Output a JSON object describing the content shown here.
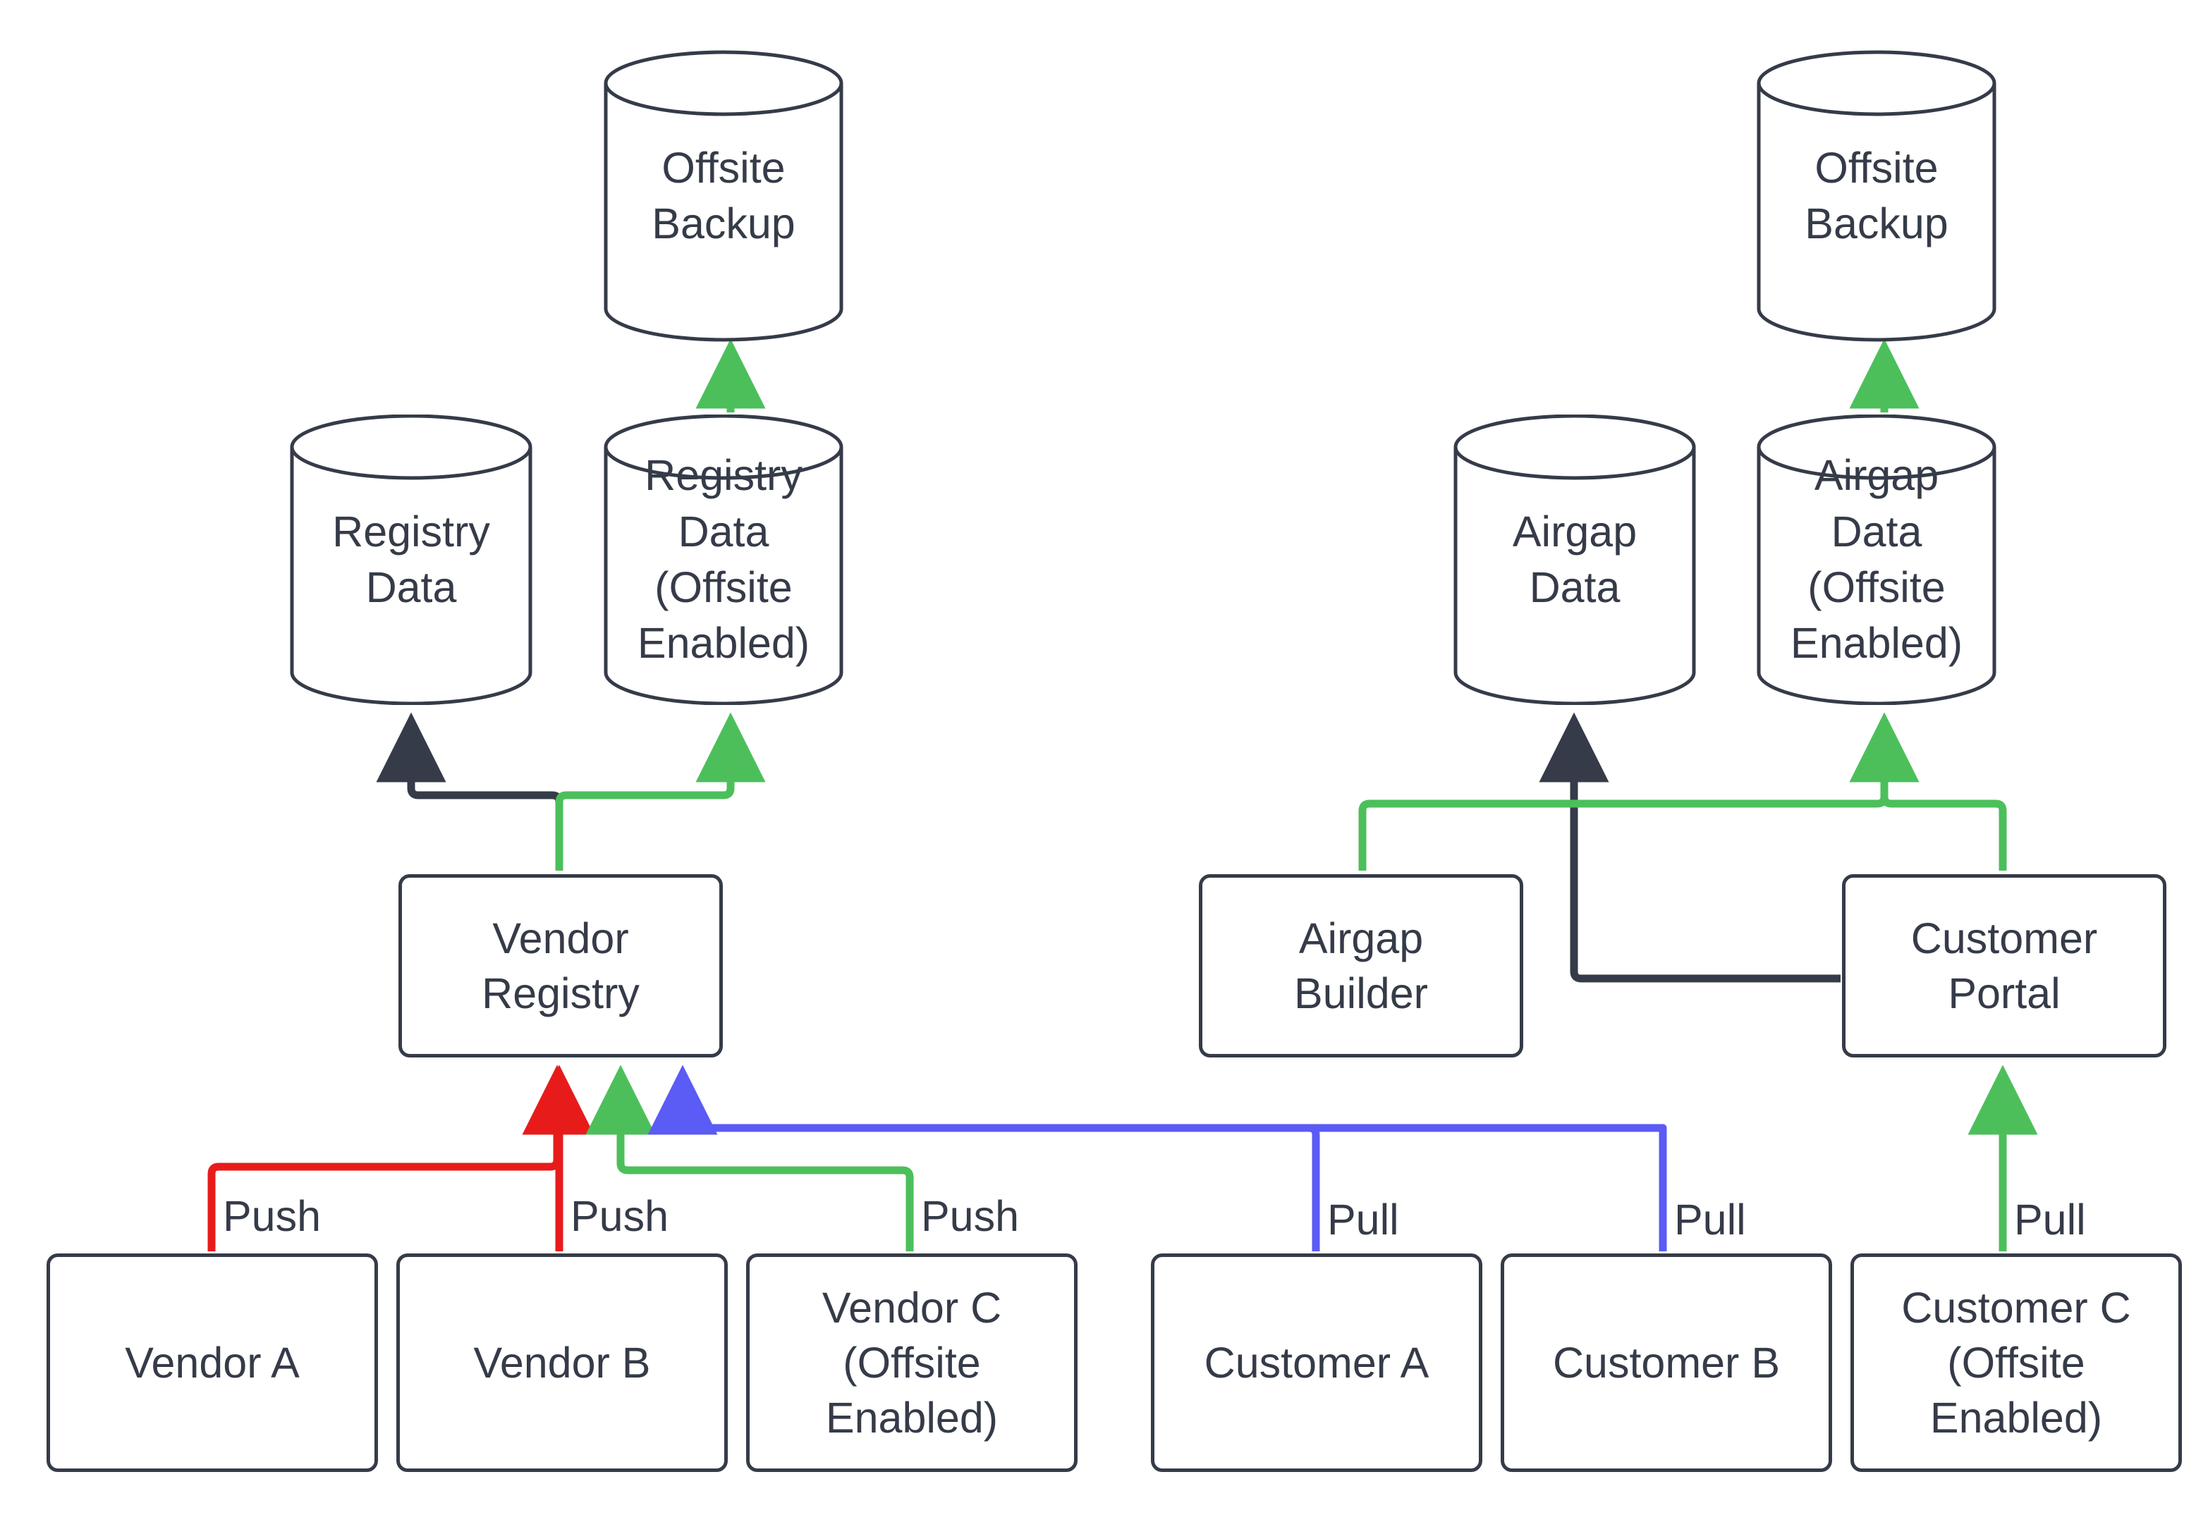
{
  "diagram": {
    "type": "flowchart",
    "title": "Vendor Registry and Customer Airgap Data Flow",
    "colors": {
      "stroke": "#353B48",
      "text": "#353B48",
      "background": "#FFFFFF",
      "edge_default": "#353B48",
      "edge_push_red": "#E81B1B",
      "edge_offsite_green": "#4CBF5B",
      "edge_pull_blue": "#5B5BF5"
    },
    "nodes": {
      "offsite_backup_left": {
        "label": "Offsite\nBackup",
        "shape": "cylinder"
      },
      "offsite_backup_right": {
        "label": "Offsite\nBackup",
        "shape": "cylinder"
      },
      "registry_data": {
        "label": "Registry\nData",
        "shape": "cylinder"
      },
      "registry_data_offsite": {
        "label": "Registry\nData\n(Offsite\nEnabled)",
        "shape": "cylinder"
      },
      "airgap_data": {
        "label": "Airgap\nData",
        "shape": "cylinder"
      },
      "airgap_data_offsite": {
        "label": "Airgap\nData\n(Offsite\nEnabled)",
        "shape": "cylinder"
      },
      "vendor_registry": {
        "label": "Vendor\nRegistry",
        "shape": "box"
      },
      "airgap_builder": {
        "label": "Airgap\nBuilder",
        "shape": "box"
      },
      "customer_portal": {
        "label": "Customer\nPortal",
        "shape": "box"
      },
      "vendor_a": {
        "label": "Vendor A",
        "shape": "box"
      },
      "vendor_b": {
        "label": "Vendor B",
        "shape": "box"
      },
      "vendor_c": {
        "label": "Vendor C\n(Offsite\nEnabled)",
        "shape": "box"
      },
      "customer_a": {
        "label": "Customer A",
        "shape": "box"
      },
      "customer_b": {
        "label": "Customer B",
        "shape": "box"
      },
      "customer_c": {
        "label": "Customer C\n(Offsite\nEnabled)",
        "shape": "box"
      }
    },
    "edge_labels": {
      "push_a": "Push",
      "push_b": "Push",
      "push_c": "Push",
      "pull_a": "Pull",
      "pull_b": "Pull",
      "pull_c": "Pull"
    },
    "edges": [
      {
        "from": "vendor_a",
        "to": "vendor_registry",
        "label": "Push",
        "color": "#E81B1B"
      },
      {
        "from": "vendor_b",
        "to": "vendor_registry",
        "label": "Push",
        "color": "#E81B1B"
      },
      {
        "from": "vendor_c",
        "to": "vendor_registry",
        "label": "Push",
        "color": "#4CBF5B"
      },
      {
        "from": "customer_a",
        "to": "vendor_registry",
        "label": "Pull",
        "color": "#5B5BF5"
      },
      {
        "from": "customer_b",
        "to": "vendor_registry",
        "label": "Pull",
        "color": "#5B5BF5"
      },
      {
        "from": "customer_c",
        "to": "customer_portal",
        "label": "Pull",
        "color": "#4CBF5B"
      },
      {
        "from": "vendor_registry",
        "to": "registry_data",
        "label": "",
        "color": "#353B48"
      },
      {
        "from": "vendor_registry",
        "to": "registry_data_offsite",
        "label": "",
        "color": "#4CBF5B"
      },
      {
        "from": "registry_data_offsite",
        "to": "offsite_backup_left",
        "label": "",
        "color": "#4CBF5B"
      },
      {
        "from": "customer_portal",
        "to": "airgap_data",
        "label": "",
        "color": "#353B48"
      },
      {
        "from": "airgap_builder",
        "to": "airgap_data_offsite",
        "label": "",
        "color": "#4CBF5B"
      },
      {
        "from": "customer_portal",
        "to": "airgap_data_offsite",
        "label": "",
        "color": "#4CBF5B"
      },
      {
        "from": "airgap_data_offsite",
        "to": "offsite_backup_right",
        "label": "",
        "color": "#4CBF5B"
      }
    ]
  }
}
